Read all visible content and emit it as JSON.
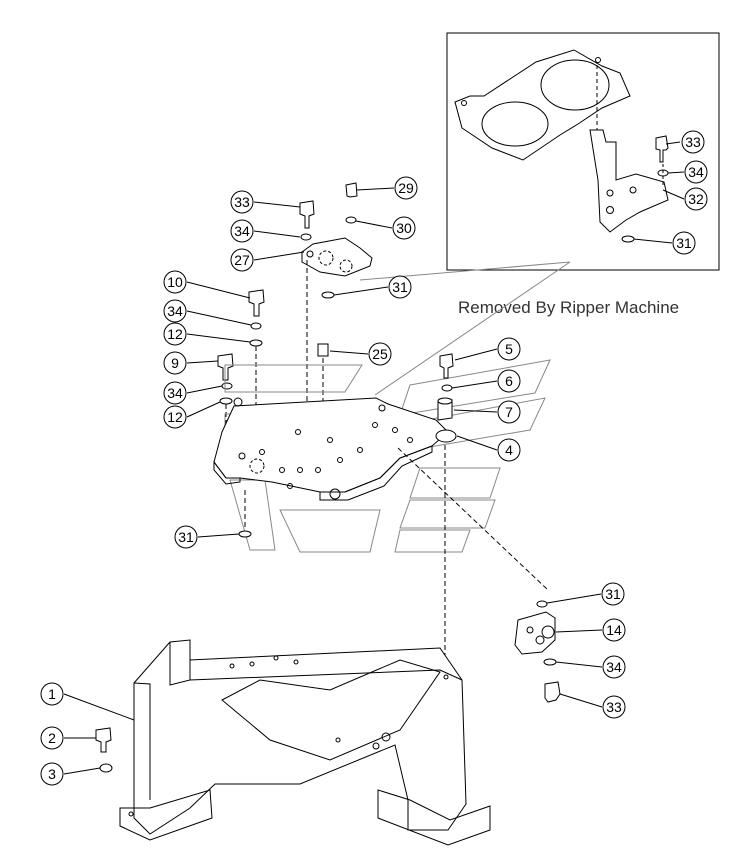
{
  "diagram": {
    "inset_caption": "Removed By Ripper Machine",
    "callouts": [
      {
        "id": "c33a",
        "text": "33"
      },
      {
        "id": "c34a",
        "text": "34"
      },
      {
        "id": "c32",
        "text": "32"
      },
      {
        "id": "c31a",
        "text": "31"
      },
      {
        "id": "c29",
        "text": "29"
      },
      {
        "id": "c33b",
        "text": "33"
      },
      {
        "id": "c30",
        "text": "30"
      },
      {
        "id": "c34b",
        "text": "34"
      },
      {
        "id": "c27",
        "text": "27"
      },
      {
        "id": "c31b",
        "text": "31"
      },
      {
        "id": "c10",
        "text": "10"
      },
      {
        "id": "c34c",
        "text": "34"
      },
      {
        "id": "c12a",
        "text": "12"
      },
      {
        "id": "c25",
        "text": "25"
      },
      {
        "id": "c9",
        "text": "9"
      },
      {
        "id": "c5",
        "text": "5"
      },
      {
        "id": "c34d",
        "text": "34"
      },
      {
        "id": "c6",
        "text": "6"
      },
      {
        "id": "c12b",
        "text": "12"
      },
      {
        "id": "c7",
        "text": "7"
      },
      {
        "id": "c4",
        "text": "4"
      },
      {
        "id": "c31c",
        "text": "31"
      },
      {
        "id": "c31d",
        "text": "31"
      },
      {
        "id": "c14",
        "text": "14"
      },
      {
        "id": "c34e",
        "text": "34"
      },
      {
        "id": "c1",
        "text": "1"
      },
      {
        "id": "c2",
        "text": "2"
      },
      {
        "id": "c33c",
        "text": "33"
      },
      {
        "id": "c3",
        "text": "3"
      }
    ]
  }
}
